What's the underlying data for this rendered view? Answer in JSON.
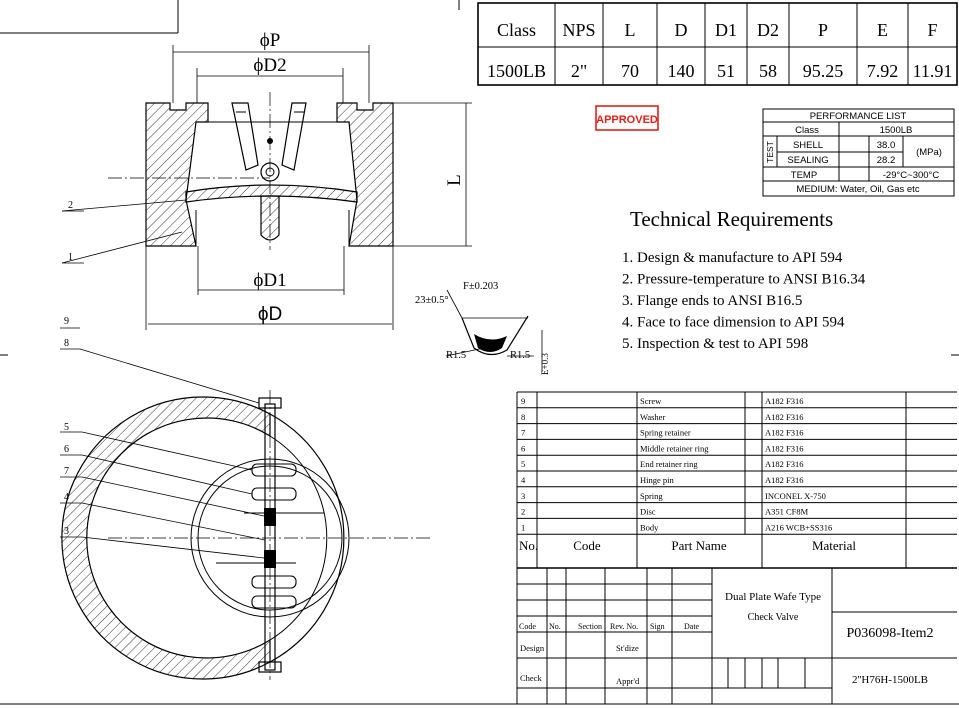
{
  "spec_table": {
    "headers": [
      "Class",
      "NPS",
      "L",
      "D",
      "D1",
      "D2",
      "P",
      "E",
      "F"
    ],
    "values": [
      "1500LB",
      "2\"",
      "70",
      "140",
      "51",
      "58",
      "95.25",
      "7.92",
      "11.91"
    ]
  },
  "stamp": "APPROVED",
  "performance": {
    "title": "PERFORMANCE LIST",
    "class_label": "Class",
    "class_value": "1500LB",
    "test_label": "TEST",
    "shell_label": "SHELL",
    "shell_value": "38.0",
    "sealing_label": "SEALING",
    "sealing_value": "28.2",
    "unit": "(MPa)",
    "temp_label": "TEMP",
    "temp_value": "-29°C~300°C",
    "medium": "MEDIUM: Water, Oil, Gas etc"
  },
  "requirements": {
    "title": "Technical Requirements",
    "items": [
      "1. Design & manufacture to API 594",
      "2. Pressure-temperature to ANSI B16.34",
      "3. Flange ends to ANSI B16.5",
      "4. Face to face dimension to API 594",
      "5. Inspection & test to API 598"
    ]
  },
  "dims": {
    "p": "ϕP",
    "d2": "ϕD2",
    "d1": "ϕD1",
    "d": "ϕD",
    "l": "L",
    "f_tol": "F±0.203",
    "angle": "23±0.5°",
    "r1": "R1.5",
    "r2": "R1.5",
    "e_tol": "E+0.3"
  },
  "callouts": {
    "top": [
      "2",
      "1"
    ],
    "mid": [
      "9",
      "8"
    ],
    "bottom": [
      "5",
      "6",
      "7",
      "4",
      "3"
    ]
  },
  "parts": [
    {
      "no": "9",
      "code": "",
      "name": "Screw",
      "material": "A182 F316"
    },
    {
      "no": "8",
      "code": "",
      "name": "Washer",
      "material": "A182 F316"
    },
    {
      "no": "7",
      "code": "",
      "name": "Spring retainer",
      "material": "A182 F316"
    },
    {
      "no": "6",
      "code": "",
      "name": "Middle retainer ring",
      "material": "A182 F316"
    },
    {
      "no": "5",
      "code": "",
      "name": "End retainer ring",
      "material": "A182 F316"
    },
    {
      "no": "4",
      "code": "",
      "name": "Hinge pin",
      "material": "A182 F316"
    },
    {
      "no": "3",
      "code": "",
      "name": "Spring",
      "material": "INCONEL X-750"
    },
    {
      "no": "2",
      "code": "",
      "name": "Disc",
      "material": "A351 CF8M"
    },
    {
      "no": "1",
      "code": "",
      "name": "Body",
      "material": "A216 WCB+SS316"
    }
  ],
  "parts_header": {
    "no": "No.",
    "code": "Code",
    "name": "Part Name",
    "material": "Material"
  },
  "title_block": {
    "title_line1": "Dual Plate Wafe Type",
    "title_line2": "Check Valve",
    "drawing_no": "P036098-Item2",
    "model": "2''H76H-1500LB",
    "rev_headers": [
      "Code",
      "No.",
      "Section",
      "Rev. No.",
      "Sign",
      "Date"
    ],
    "design": "Design",
    "stdize": "St'dize",
    "check": "Check",
    "apprd": "Appr'd"
  }
}
